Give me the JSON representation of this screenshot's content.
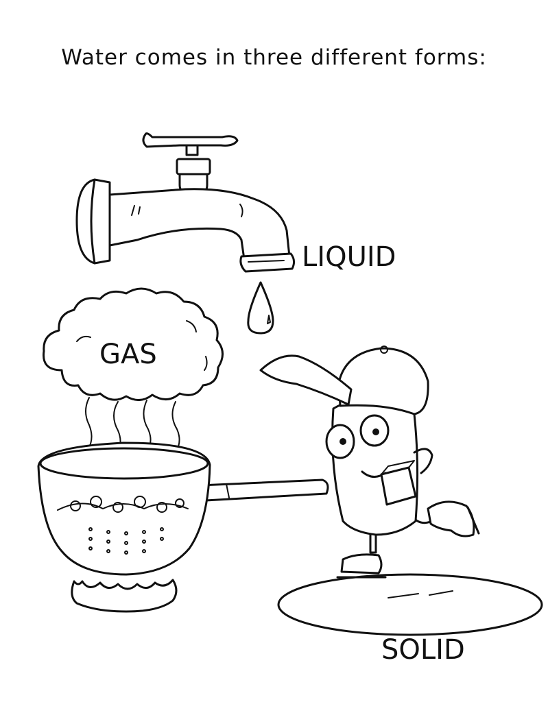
{
  "title": "Water comes in three different forms:",
  "labels": {
    "liquid": "LIQUID",
    "gas": "GAS",
    "solid": "SOLID"
  },
  "colors": {
    "ink": "#111111",
    "paper": "#ffffff"
  }
}
